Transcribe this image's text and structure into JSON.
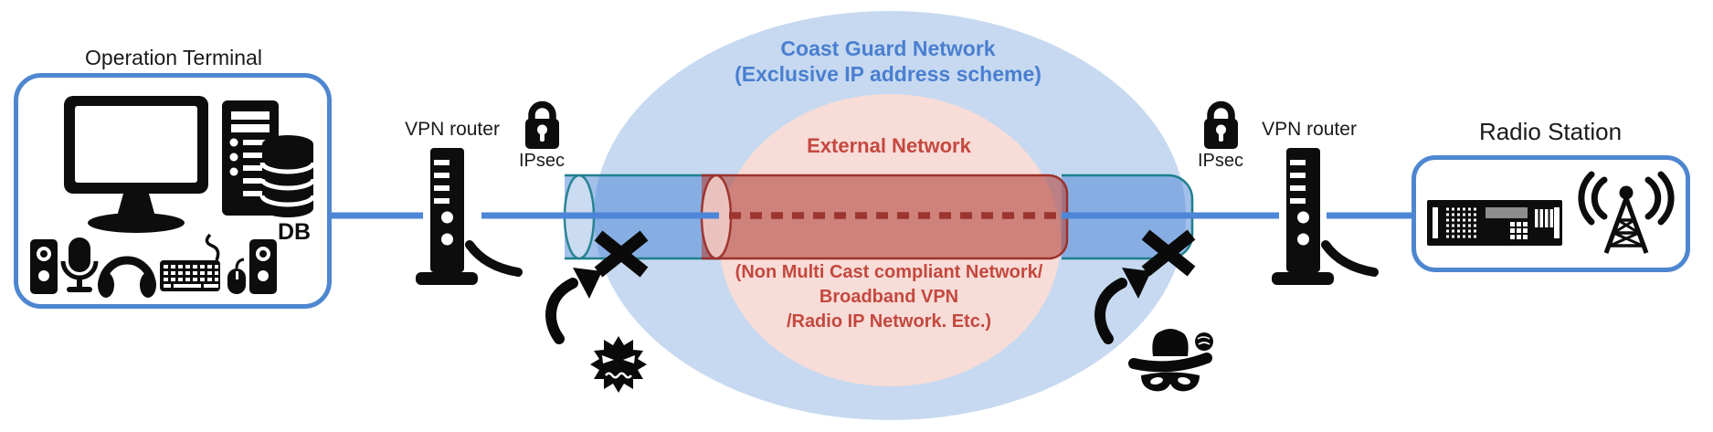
{
  "diagram": {
    "operation_terminal": {
      "label": "Operation Terminal",
      "db_label": "DB"
    },
    "left_vpn": {
      "router_label": "VPN router",
      "ipsec_label": "IPsec"
    },
    "right_vpn": {
      "router_label": "VPN router",
      "ipsec_label": "IPsec"
    },
    "coast_guard_network": {
      "title": "Coast Guard Network",
      "subtitle": "(Exclusive IP address scheme)"
    },
    "external_network": {
      "title": "External Network",
      "note_line1": "(Non Multi Cast compliant Network/",
      "note_line2": "Broadband VPN",
      "note_line3": "/Radio IP Network. Etc.)"
    },
    "radio_station": {
      "label": "Radio Station"
    },
    "colors": {
      "accent_blue_line": "#4d86d6",
      "zone_blue_fill": "#c6d9f0",
      "zone_pink_fill": "#f7dcd7",
      "tunnel_teal_stroke": "#1f7f8c",
      "tunnel_red_stroke": "#9c312b",
      "dashed_line_red": "#9c352f",
      "text_blue": "#4a7fd0",
      "text_red": "#c4483f",
      "icon_black": "#0d0d0d"
    }
  }
}
